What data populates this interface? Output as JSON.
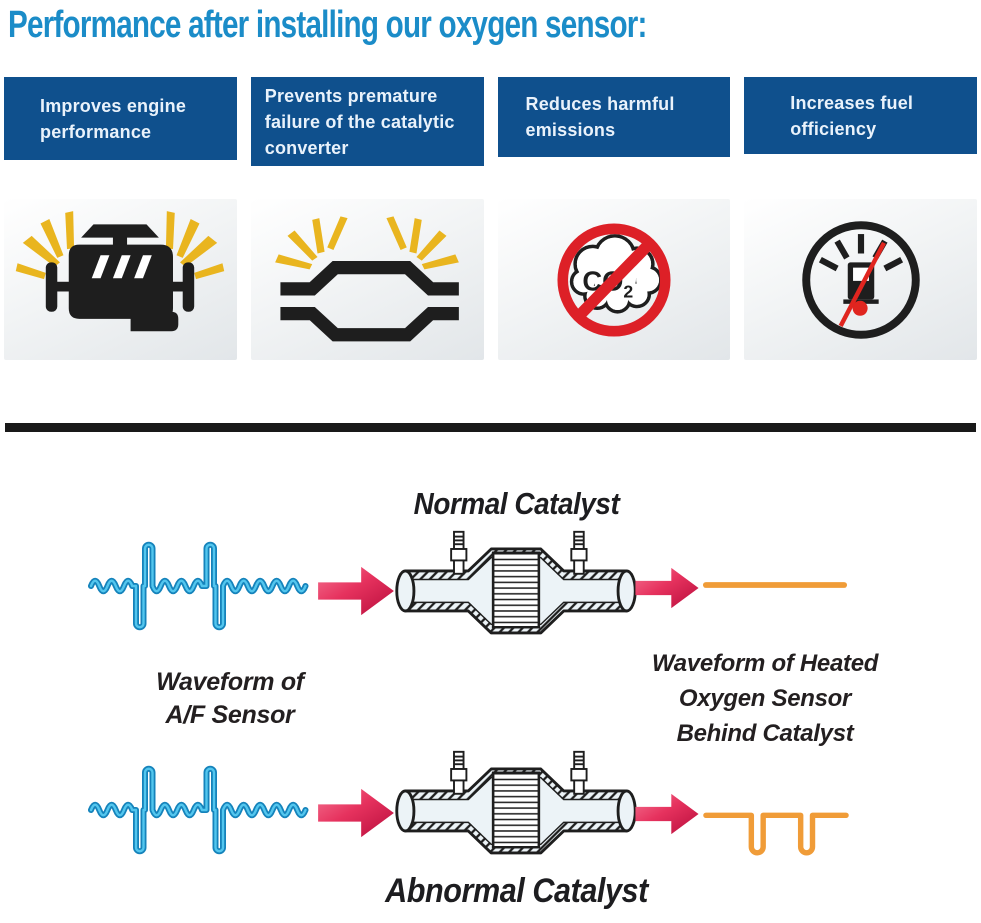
{
  "header": {
    "title": "Performance after installing our oxygen sensor:",
    "title_color": "#1b8cc8"
  },
  "benefits": {
    "box_color": "#0f508d",
    "text_color": "#e9f2fb",
    "items": [
      {
        "icon": "engine-icon",
        "lines": [
          "Improves engine",
          "performance"
        ]
      },
      {
        "icon": "catalytic-converter-icon",
        "lines": [
          "Prevents premature",
          "failure of the catalytic",
          "converter"
        ]
      },
      {
        "icon": "no-co2-icon",
        "lines": [
          "Reduces harmful",
          "emissions"
        ]
      },
      {
        "icon": "fuel-gauge-icon",
        "lines": [
          "Increases fuel",
          "officiency"
        ]
      }
    ],
    "co2_label": "CO",
    "co2_subscript": "2"
  },
  "diagram": {
    "normal_title": "Normal Catalyst",
    "abnormal_title": "Abnormal Catalyst",
    "af_sensor_label": [
      "Waveform of",
      "A/F Sensor"
    ],
    "heated_sensor_label": [
      "Waveform of Heated",
      "Oxygen Sensor",
      "Behind Catalyst"
    ],
    "colors": {
      "af_waveform_outline": "#1583bb",
      "af_waveform_core": "#53c6ee",
      "flow_arrow": "#d6164a",
      "post_catalyst_waveform": "#f09c38",
      "divider": "#191919"
    }
  }
}
